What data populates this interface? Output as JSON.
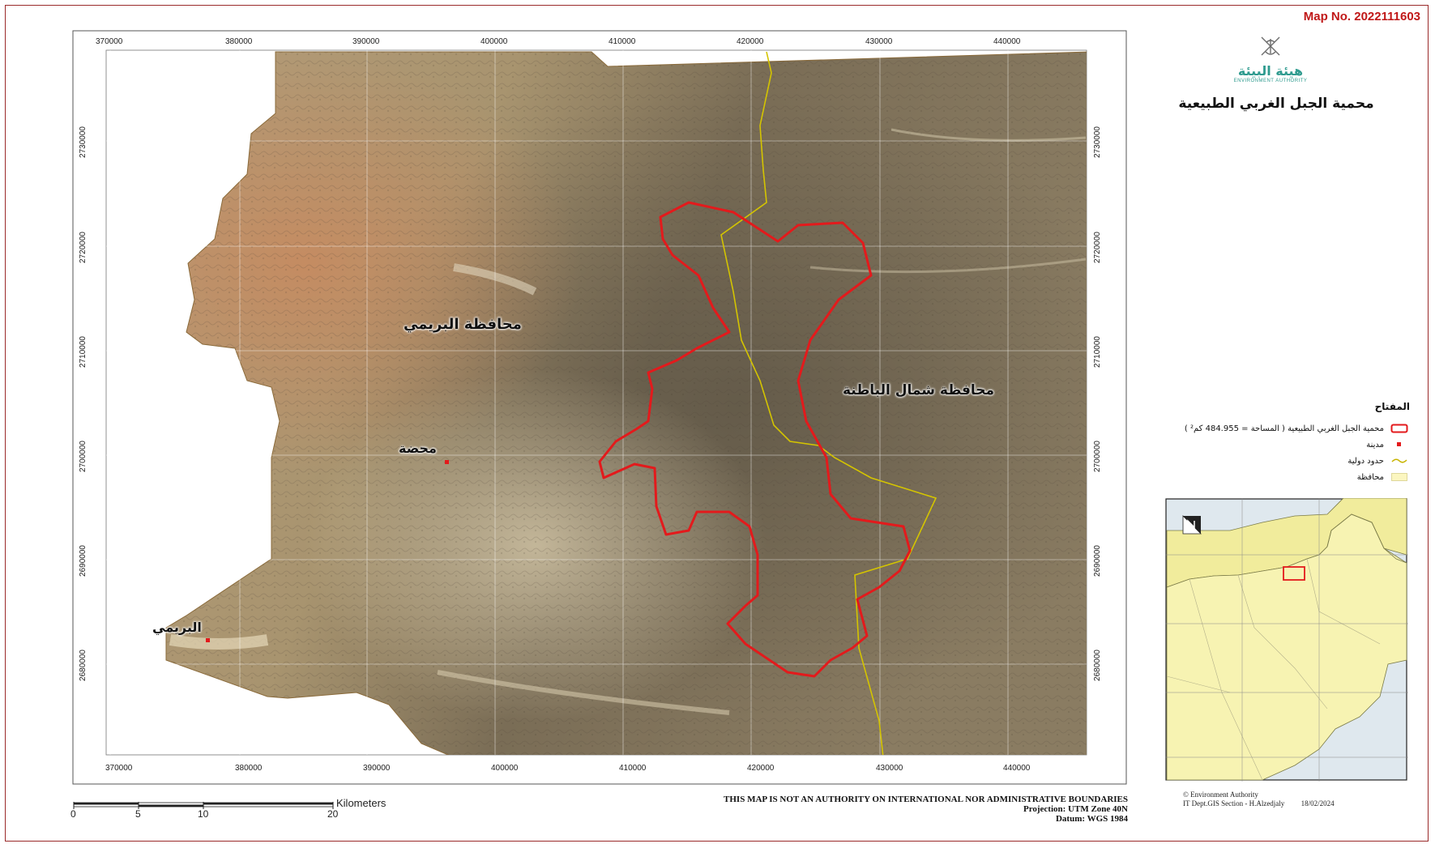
{
  "map_number": "Map No. 2022111603",
  "logo": {
    "name_ar": "هيئة البيئة",
    "name_en": "ENVIRONMENT AUTHORITY",
    "icon": "oman-emblem-icon"
  },
  "reserve_title": "محمية الجبل الغربي الطبيعية",
  "grid": {
    "eastings": [
      "370000",
      "380000",
      "390000",
      "400000",
      "410000",
      "420000",
      "430000",
      "440000"
    ],
    "northings": [
      "2730000",
      "2720000",
      "2710000",
      "2700000",
      "2690000",
      "2680000"
    ]
  },
  "place_labels": {
    "buraimi_gov": "محافظة البريمي",
    "north_batinah_gov": "محافظة شمال الباطنة",
    "mahdah": "محضة",
    "buraimi": "البريمي"
  },
  "legend": {
    "title": "المفتاح",
    "items": [
      {
        "label": "محمية الجبل الغربي الطبيعية ( المساحة = 484.955 كم² )",
        "symbol": "reserve-boundary-icon",
        "color": "#e31a1c"
      },
      {
        "label": "مدينة",
        "symbol": "city-point-icon",
        "color": "#e31a1c"
      },
      {
        "label": "حدود دولية",
        "symbol": "international-boundary-icon",
        "color": "#c8b400"
      },
      {
        "label": "محافظة",
        "symbol": "governorate-fill-icon",
        "color": "#fbf6c0"
      }
    ]
  },
  "scale": {
    "ticks": [
      "0",
      "5",
      "10",
      "20"
    ],
    "unit": "Kilometers"
  },
  "disclaimer": {
    "line1": "THIS MAP IS NOT AN AUTHORITY ON INTERNATIONAL NOR ADMINISTRATIVE BOUNDARIES",
    "line2": "Projection: UTM Zone 40N",
    "line3": "Datum: WGS 1984"
  },
  "credits": {
    "line1": "© Environment Authority",
    "line2": "IT Dept.GIS Section - H.Alzedjaly",
    "date": "18/02/2024"
  },
  "colors": {
    "reserve": "#e31a1c",
    "boundary": "#d4c400",
    "map_number": "#c01818",
    "logo": "#2f9b8f"
  }
}
